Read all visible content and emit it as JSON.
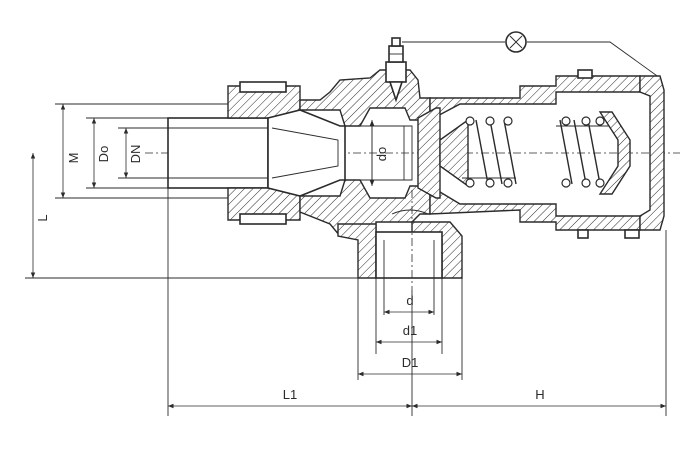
{
  "labels": {
    "M": "M",
    "Do": "Do",
    "DN": "DN",
    "do": "do",
    "L": "L",
    "d": "d",
    "d1": "d1",
    "D1": "D1",
    "L1": "L1",
    "H": "H"
  }
}
